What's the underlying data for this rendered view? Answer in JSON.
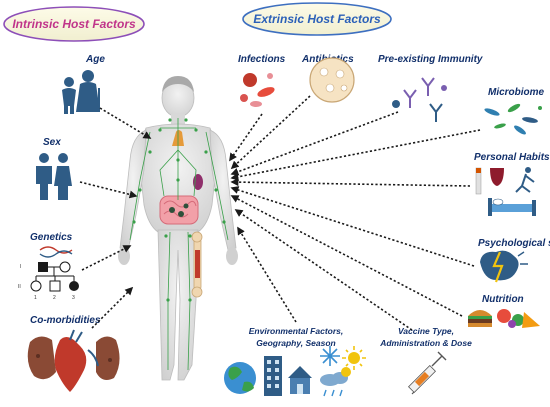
{
  "titles": {
    "intrinsic": "Intrinsic Host Factors",
    "extrinsic": "Extrinsic Host Factors"
  },
  "intrinsic_factors": {
    "age": "Age",
    "sex": "Sex",
    "genetics": "Genetics",
    "comorbidities": "Co-morbidities"
  },
  "extrinsic_factors": {
    "infections": "Infections",
    "antibiotics": "Antibiotics",
    "immunity": "Pre-existing Immunity",
    "microbiome": "Microbiome",
    "habits": "Personal Habits",
    "stress": "Psychological stress",
    "nutrition": "Nutrition",
    "vaccine": [
      "Vaccine Type,",
      "Administration & Dose"
    ],
    "environment": [
      "Environmental Factors,",
      "Geography, Season"
    ]
  },
  "genetics_labels": [
    "I",
    "II",
    "1",
    "2",
    "3"
  ],
  "colors": {
    "intrinsic_title": "#c0348a",
    "extrinsic_title": "#2b60b8",
    "label": "#12306b",
    "icon_blue": "#2f5c86",
    "lymph_green": "#3aa04a"
  }
}
